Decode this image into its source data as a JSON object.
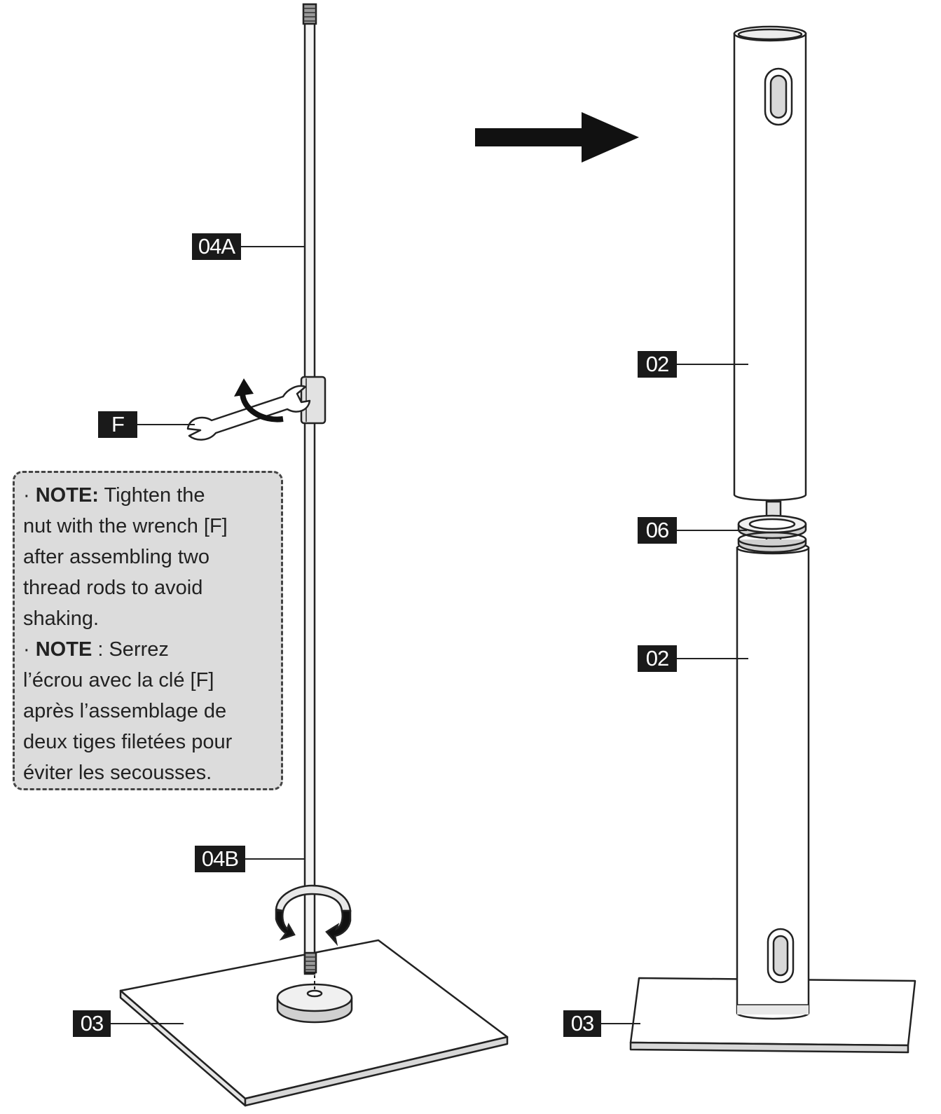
{
  "labels": {
    "rod_a": "04A",
    "rod_b": "04B",
    "wrench": "F",
    "base_left": "03",
    "tube_upper": "02",
    "spacer": "06",
    "tube_lower": "02",
    "base_right": "03"
  },
  "note": {
    "en_bullet": "·",
    "en_heading": "NOTE:",
    "en_line1_rest": " Tighten the",
    "en_line2": "nut with the wrench [F]",
    "en_line3": "after assembling two",
    "en_line4": "thread rods to avoid",
    "en_line5": "shaking.",
    "fr_bullet": "·",
    "fr_heading": "NOTE",
    "fr_line1_rest": " : Serrez",
    "fr_line2": "l’écrou avec la clé [F]",
    "fr_line3": "après l’assemblage de",
    "fr_line4": "deux tiges filetées pour",
    "fr_line5": "éviter les secousses."
  },
  "icons": [
    "arrow-right-icon",
    "wrench-icon",
    "rotate-arrow-icon",
    "twist-arrows-icon"
  ]
}
